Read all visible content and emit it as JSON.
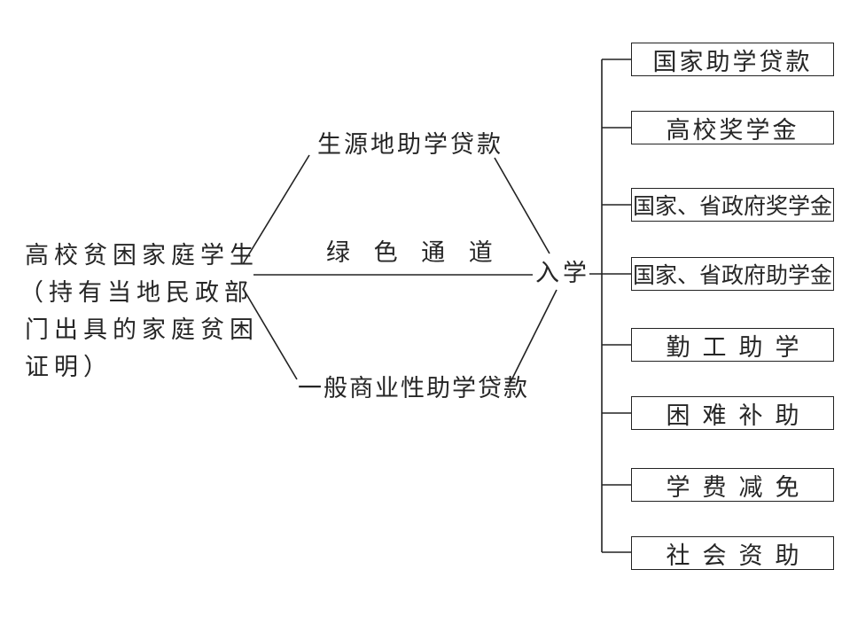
{
  "source": {
    "lines": [
      "高校贫困家庭学生",
      "（持有当地民政部",
      "门出具的家庭贫困",
      "证明）"
    ]
  },
  "paths": {
    "top": "生源地助学贷款",
    "middle": "绿 色 通 道",
    "bottom": "一般商业性助学贷款"
  },
  "hub": "入学",
  "support_items": [
    "国家助学贷款",
    "高校奖学金",
    "国家、省政府奖学金",
    "国家、省政府助学金",
    "勤工助学",
    "困难补助",
    "学费减免",
    "社会资助"
  ]
}
